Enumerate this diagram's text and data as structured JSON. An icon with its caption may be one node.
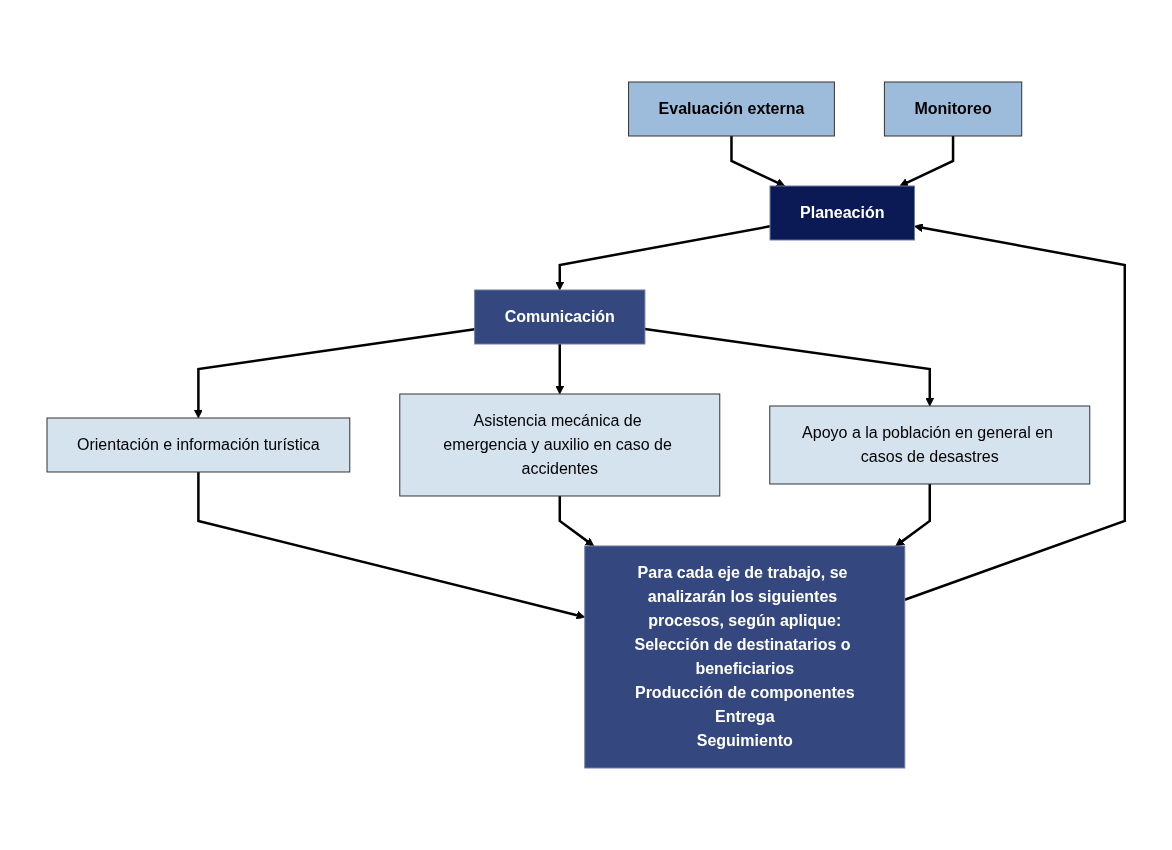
{
  "diagram": {
    "nodes": [
      {
        "text": [
          "Planeación"
        ]
      },
      {
        "text": [
          "Comunicación"
        ]
      },
      {
        "text": [
          "Orientación e información turística"
        ]
      },
      {
        "text": [
          "Asistencia mecánica de emergencia y auxilio en caso de accidentes"
        ]
      },
      {
        "text": [
          "Apoyo a la población en general en casos de desastres"
        ]
      },
      {
        "text": [
          "Para cada eje de trabajo, se analizarán los siguientes procesos, según aplique:",
          "Selección de destinatarios o beneficiarios",
          "Producción de componentes",
          "Entrega",
          "Seguimiento"
        ]
      },
      {
        "text": [
          "Evaluación externa"
        ]
      },
      {
        "text": [
          "Monitoreo"
        ]
      }
    ],
    "edges": [
      {
        "from": 6,
        "to": 0,
        "arrow": "to"
      },
      {
        "from": 7,
        "to": 0,
        "arrow": "to"
      },
      {
        "from": 0,
        "to": 1,
        "arrow": "to"
      },
      {
        "from": 1,
        "to": 2,
        "arrow": "to"
      },
      {
        "from": 1,
        "to": 3,
        "arrow": "to"
      },
      {
        "from": 1,
        "to": 4,
        "arrow": "to"
      },
      {
        "from": 2,
        "to": 5,
        "arrow": "to"
      },
      {
        "from": 3,
        "to": 5,
        "arrow": "to"
      },
      {
        "from": 4,
        "to": 5,
        "arrow": "to"
      },
      {
        "from": 5,
        "to": 0,
        "arrow": "to"
      }
    ]
  }
}
